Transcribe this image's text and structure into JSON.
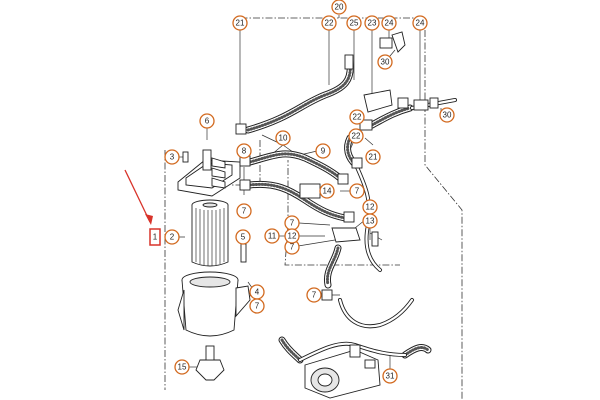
{
  "callouts": [
    {
      "id": "c20",
      "label": "20"
    },
    {
      "id": "c21a",
      "label": "21"
    },
    {
      "id": "c22a",
      "label": "22"
    },
    {
      "id": "c25",
      "label": "25"
    },
    {
      "id": "c23",
      "label": "23"
    },
    {
      "id": "c24a",
      "label": "24"
    },
    {
      "id": "c24b",
      "label": "24"
    },
    {
      "id": "c30a",
      "label": "30"
    },
    {
      "id": "c30b",
      "label": "30"
    },
    {
      "id": "c6",
      "label": "6"
    },
    {
      "id": "c3",
      "label": "3"
    },
    {
      "id": "c10",
      "label": "10"
    },
    {
      "id": "c9",
      "label": "9"
    },
    {
      "id": "c8",
      "label": "8"
    },
    {
      "id": "c7a",
      "label": "7"
    },
    {
      "id": "c22b",
      "label": "22"
    },
    {
      "id": "c22c",
      "label": "22"
    },
    {
      "id": "c21b",
      "label": "21"
    },
    {
      "id": "c14",
      "label": "14"
    },
    {
      "id": "c7b",
      "label": "7"
    },
    {
      "id": "c12a",
      "label": "12"
    },
    {
      "id": "c7c",
      "label": "7"
    },
    {
      "id": "c13",
      "label": "13"
    },
    {
      "id": "c7d",
      "label": "7"
    },
    {
      "id": "c11",
      "label": "11"
    },
    {
      "id": "c12b",
      "label": "12"
    },
    {
      "id": "c7e",
      "label": "7"
    },
    {
      "id": "c2",
      "label": "2"
    },
    {
      "id": "c5",
      "label": "5"
    },
    {
      "id": "c4",
      "label": "4"
    },
    {
      "id": "c7f",
      "label": "7"
    },
    {
      "id": "c15",
      "label": "15"
    },
    {
      "id": "c31",
      "label": "31"
    }
  ],
  "selected_part": {
    "label": "1",
    "highlight_color": "#d8332a"
  },
  "colors": {
    "callout_ring": "#d2691e",
    "line": "#333333",
    "marker": "#d8332a"
  }
}
